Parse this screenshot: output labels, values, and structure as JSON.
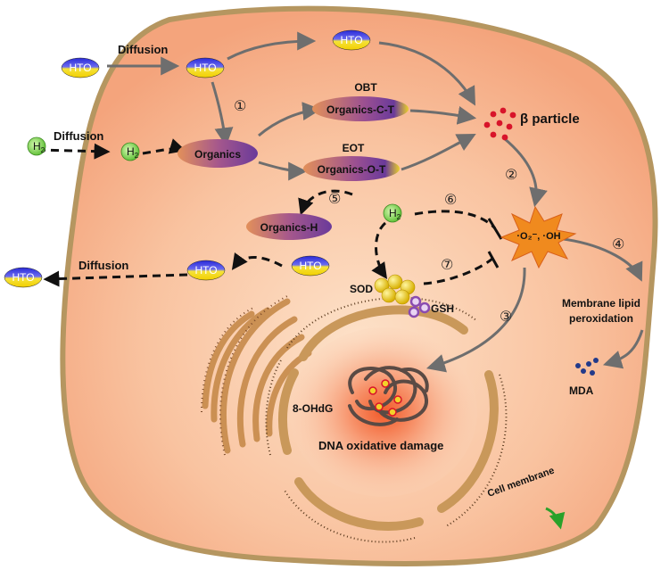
{
  "labels": {
    "diffusion_top": "Diffusion",
    "diffusion_h2": "Diffusion",
    "diffusion_out": "Diffusion",
    "hto_outside_top": "HTO",
    "hto_inside_top": "HTO",
    "hto_top_right": "HTO",
    "hto_mid": "HTO",
    "hto_mid_right": "HTO",
    "hto_outside_left": "HTO",
    "h2_outside": "H",
    "h2_outside_sub": "2",
    "h2_inside": "H",
    "h2_inside_sub": "2",
    "h2_center": "H",
    "h2_center_sub": "2",
    "organics": "Organics",
    "obt": "OBT",
    "organics_ct": "Organics-C-T",
    "eot": "EOT",
    "organics_ot": "Organics-O-T",
    "organics_h": "Organics-H",
    "beta_particle": "β particle",
    "radicals": "·O₂⁻, ·OH",
    "sod": "SOD",
    "gsh": "GSH",
    "membrane_lipid_1": "Membrane lipid",
    "membrane_lipid_2": "peroxidation",
    "mda": "MDA",
    "ohdg": "8-OHdG",
    "dna_damage": "DNA oxidative damage",
    "cell_membrane": "Cell membrane"
  },
  "steps": {
    "s1": "①",
    "s2": "②",
    "s3": "③",
    "s4": "④",
    "s5": "⑤",
    "s6": "⑥",
    "s7": "⑦"
  },
  "colors": {
    "cell_fill": "#f7b896",
    "cell_border": "#b59660",
    "nucleus_ring": "#c9985a",
    "arrow_gray": "#6e6e6e",
    "dashed": "#111111",
    "beta_red": "#d8142a",
    "burst_orange": "#f08a1e",
    "sod_yellow": "#f2d21a",
    "gsh_purple": "#8a4bb0",
    "mda_navy": "#223a8a",
    "membrane_green": "#2aa12a"
  }
}
